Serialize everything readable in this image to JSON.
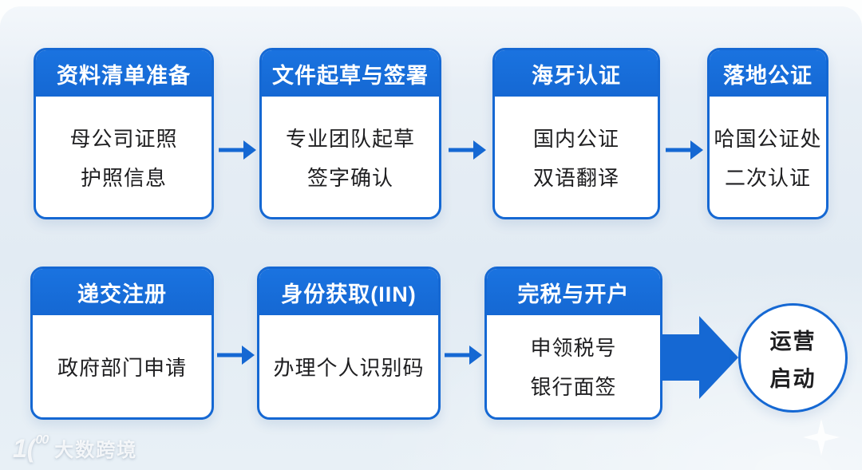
{
  "colors": {
    "accent_blue": "#1568d3",
    "card_background": "#ffffff",
    "canvas_background": "#e2ebf3",
    "header_text": "#ffffff",
    "body_text": "#1e1e20"
  },
  "flow": {
    "row1": [
      {
        "title": "资料清单准备",
        "lines": [
          "母公司证照",
          "护照信息"
        ]
      },
      {
        "title": "文件起草与签署",
        "lines": [
          "专业团队起草",
          "签字确认"
        ]
      },
      {
        "title": "海牙认证",
        "lines": [
          "国内公证",
          "双语翻译"
        ]
      },
      {
        "title": "落地公证",
        "lines": [
          "哈国公证处",
          "二次认证"
        ]
      }
    ],
    "row2": [
      {
        "title": "递交注册",
        "lines": [
          "政府部门申请"
        ]
      },
      {
        "title": "身份获取(IIN)",
        "lines": [
          "办理个人识别码"
        ]
      },
      {
        "title": "完税与开户",
        "lines": [
          "申领税号",
          "银行面签"
        ]
      }
    ],
    "final_step": {
      "lines": [
        "运营",
        "启动"
      ]
    }
  },
  "watermark": {
    "logo_main": "1(",
    "logo_sup": "00",
    "text": "大数跨境"
  }
}
